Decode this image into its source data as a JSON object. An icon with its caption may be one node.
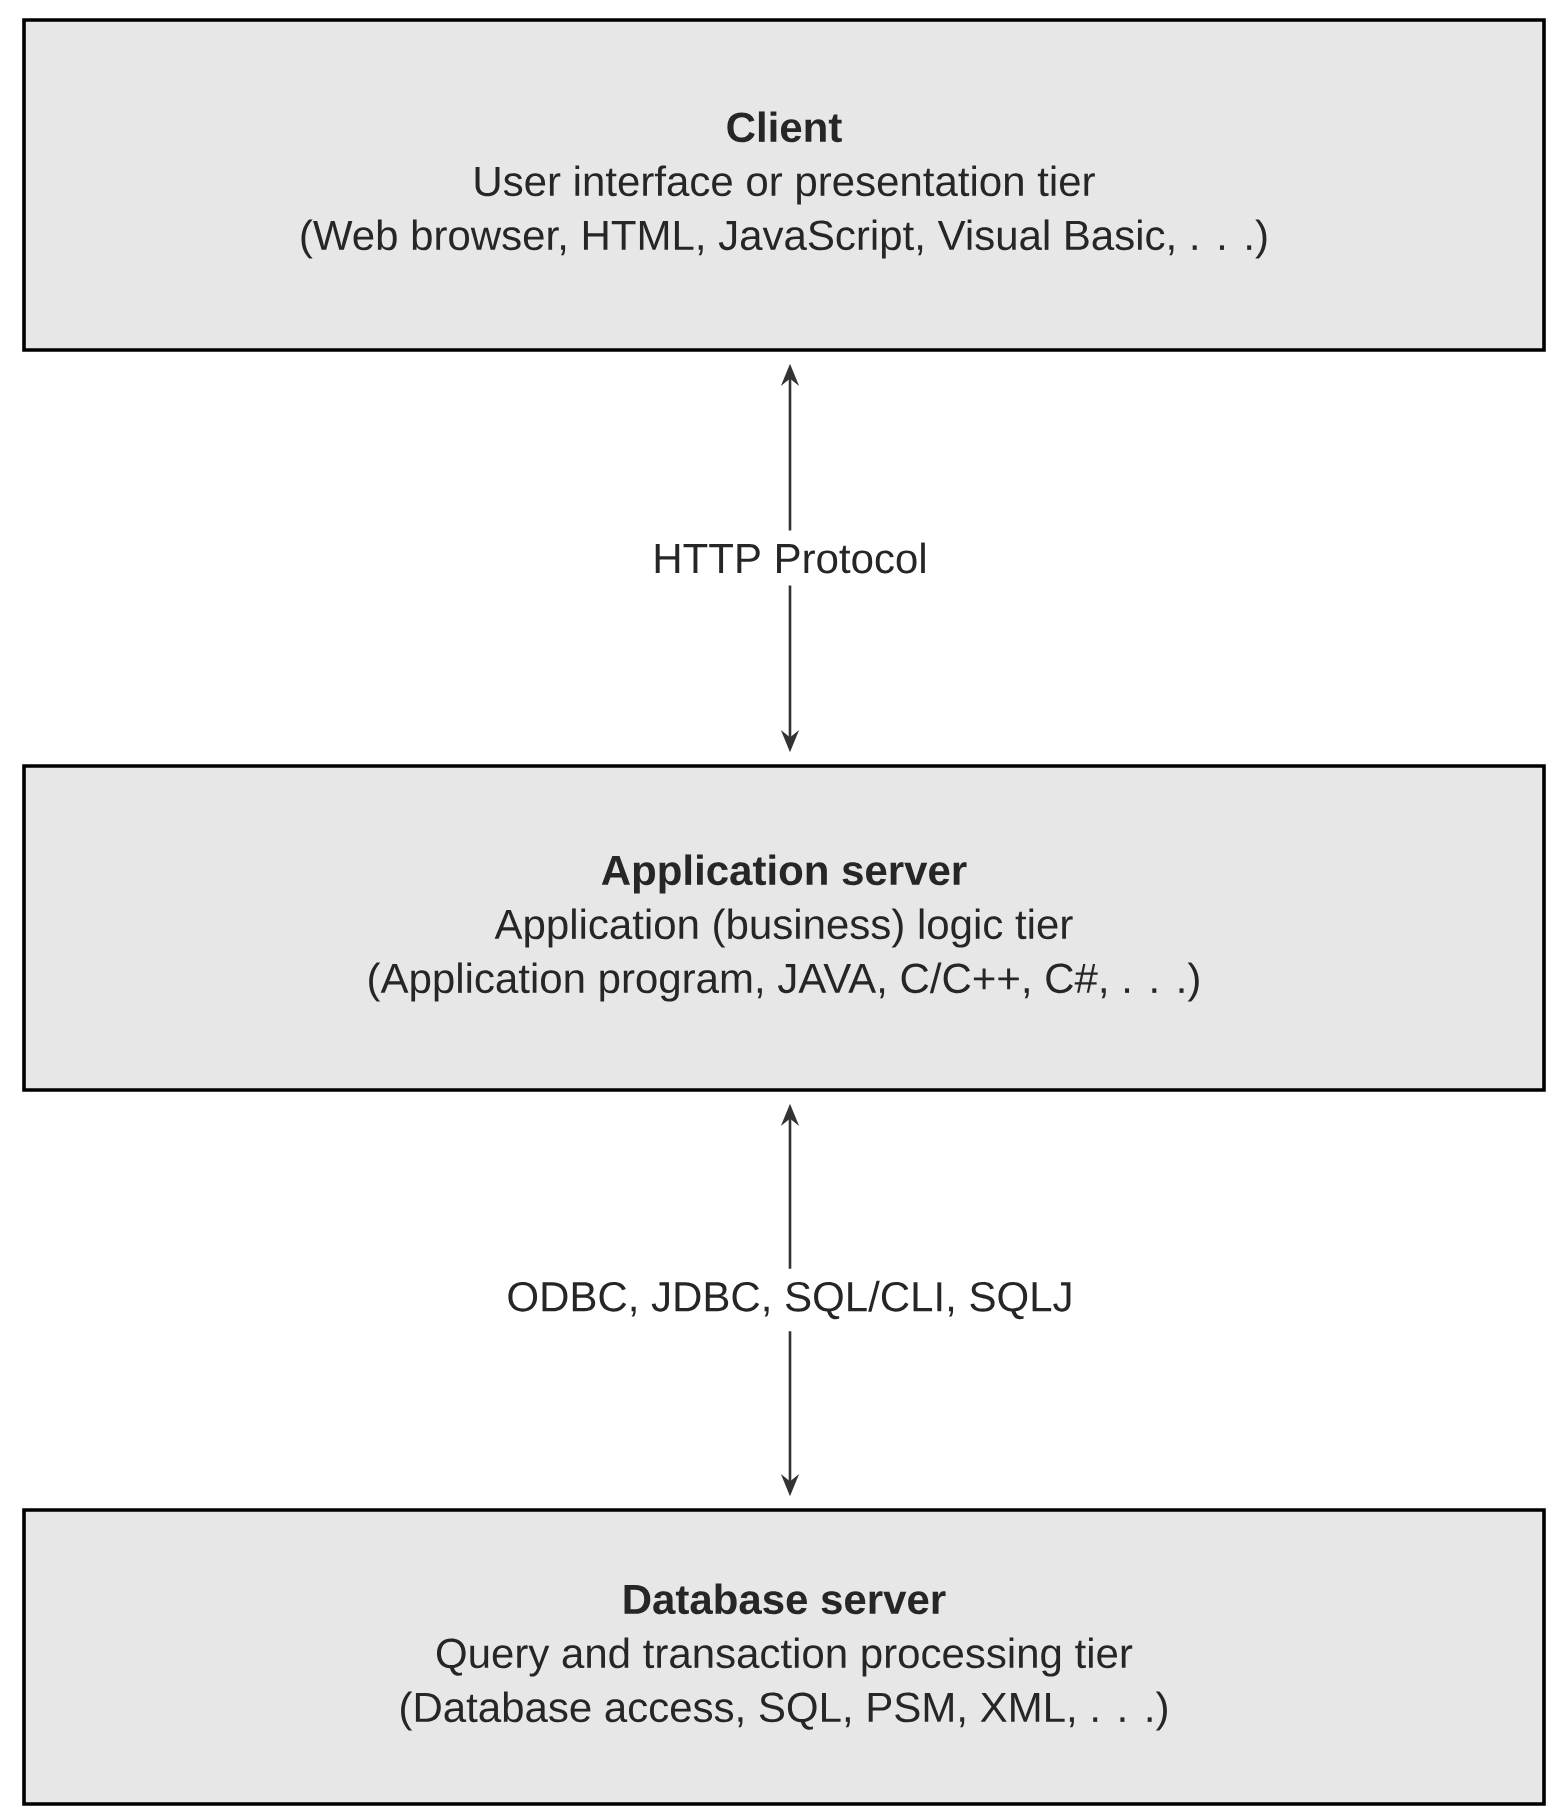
{
  "diagram": {
    "nodes": [
      {
        "text": [
          "Client",
          "User interface or presentation tier",
          "(Web browser, HTML, JavaScript, Visual Basic, . . .)"
        ]
      },
      {
        "text": [
          "Application server",
          "Application (business) logic tier",
          "(Application program, JAVA, C/C++, C#, . . .)"
        ]
      },
      {
        "text": [
          "Database server",
          "Query and transaction processing tier",
          "(Database access, SQL, PSM, XML, . . .)"
        ]
      }
    ],
    "edges": [
      {
        "from": 0,
        "to": 1,
        "arrow": "both",
        "label": "HTTP Protocol"
      },
      {
        "from": 1,
        "to": 2,
        "arrow": "both",
        "label": "ODBC, JDBC, SQL/CLI, SQLJ"
      }
    ]
  }
}
